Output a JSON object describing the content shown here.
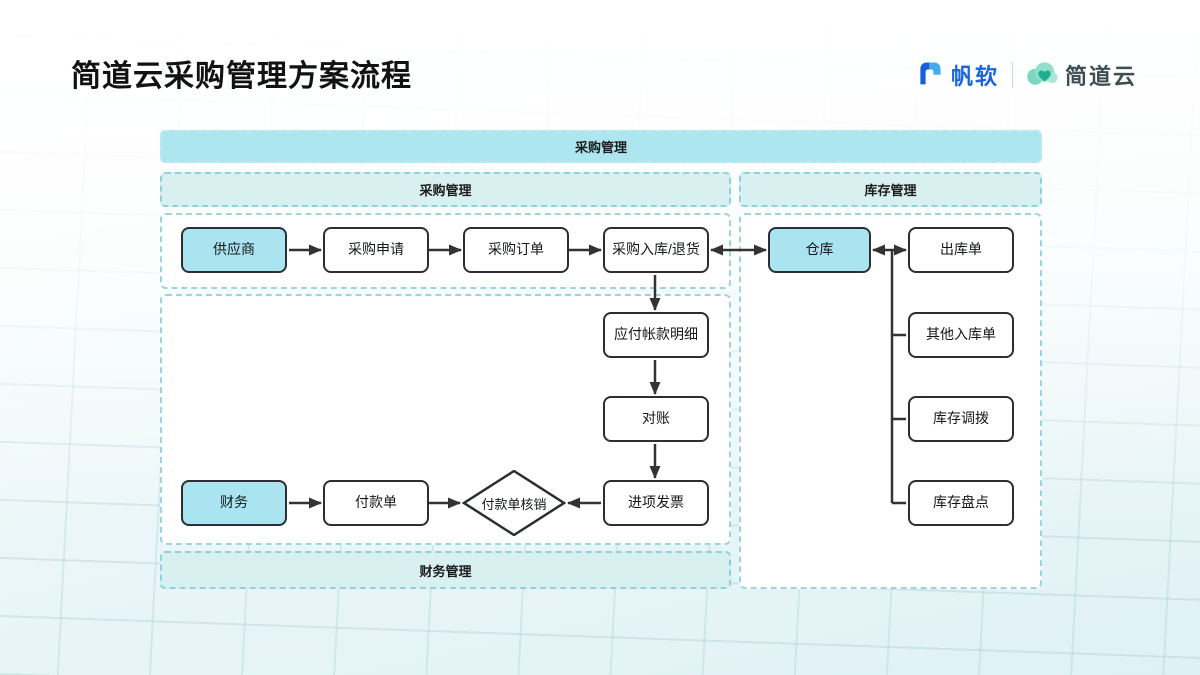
{
  "page": {
    "title": "简道云采购管理方案流程"
  },
  "brand": {
    "fanruan": {
      "name": "帆软",
      "color": "#1b63e3"
    },
    "divider": "|",
    "jiandaoyun": {
      "name": "简道云",
      "color": "#3d4d52"
    }
  },
  "diagram": {
    "top_banner": "采购管理",
    "sections": {
      "purchase_header": "采购管理",
      "inventory_header": "库存管理",
      "finance_footer": "财务管理"
    },
    "nodes": {
      "supplier": "供应商",
      "purchase_request": "采购申请",
      "purchase_order": "采购订单",
      "purchase_inbound_return": "采购入库/退货",
      "warehouse": "仓库",
      "outbound_order": "出库单",
      "other_inbound_order": "其他入库单",
      "inventory_transfer": "库存调拨",
      "inventory_count": "库存盘点",
      "payable_details": "应付帐款明细",
      "reconciliation": "对账",
      "input_invoice": "进项发票",
      "finance": "财务",
      "payment_order": "付款单",
      "payment_writeoff": "付款单核销"
    },
    "colors": {
      "highlight_node_fill": "#a9e4f0",
      "banner_fill": "#aee6f0",
      "section_fill": "#d8f1f0",
      "dashed_border": "#8fd2db",
      "node_border": "#2b2f33",
      "arrow": "#333333",
      "fanruan_blue": "#1b63e3",
      "jiandaoyun_green": "#2cb99b"
    }
  }
}
